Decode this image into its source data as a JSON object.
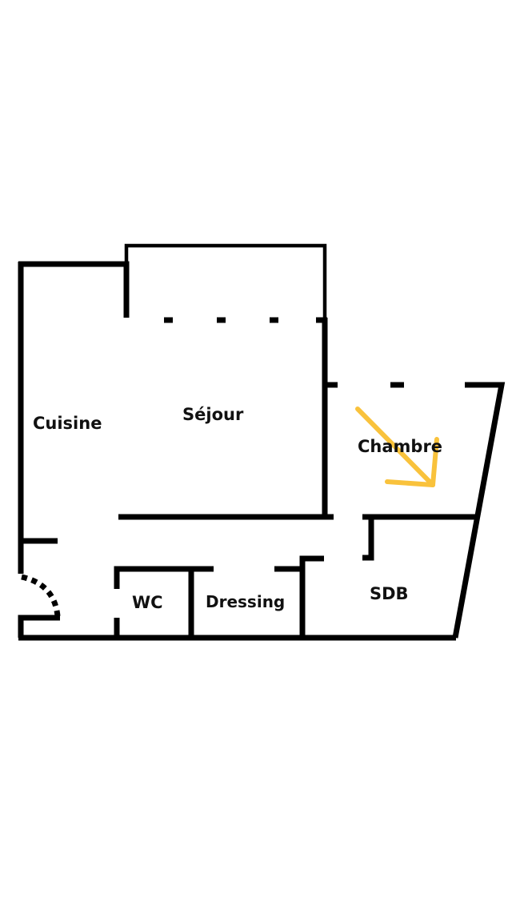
{
  "floor_plan": {
    "rooms": [
      {
        "id": "cuisine",
        "label": "Cuisine"
      },
      {
        "id": "sejour",
        "label": "Séjour"
      },
      {
        "id": "chambre",
        "label": "Chambre"
      },
      {
        "id": "wc",
        "label": "WC"
      },
      {
        "id": "dressing",
        "label": "Dressing"
      },
      {
        "id": "sdb",
        "label": "SDB"
      }
    ],
    "wall_color": "#000000",
    "annotation": {
      "type": "arrow-icon",
      "color": "#F9C23C"
    }
  }
}
